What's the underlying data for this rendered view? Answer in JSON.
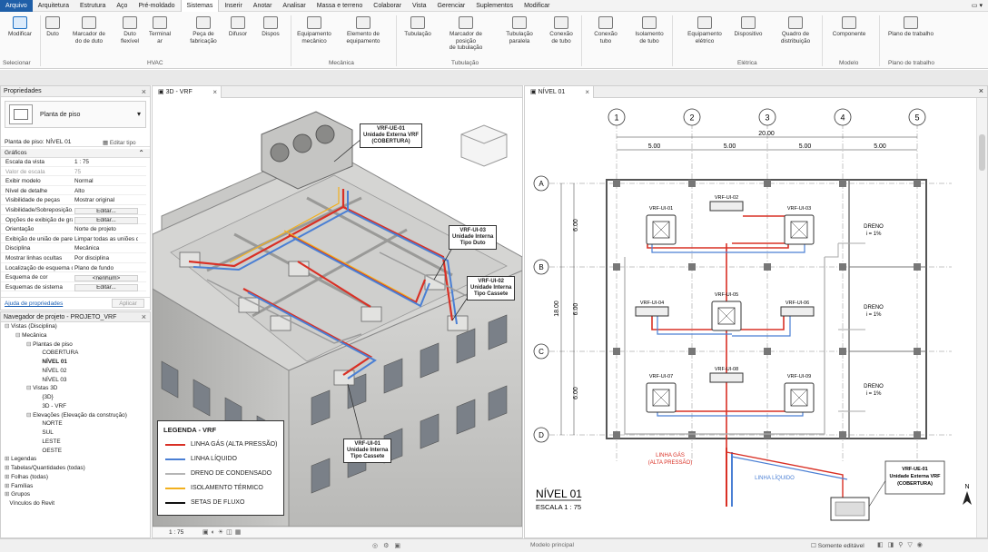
{
  "menu": [
    "Arquivo",
    "Arquitetura",
    "Estrutura",
    "Aço",
    "Pré-moldado",
    "Sistemas",
    "Inserir",
    "Anotar",
    "Analisar",
    "Massa e terreno",
    "Colaborar",
    "Vista",
    "Gerenciar",
    "Suplementos",
    "Modificar"
  ],
  "ribbon": {
    "buttons": [
      {
        "label1": "Modificar",
        "label2": ""
      },
      {
        "label1": "Duto",
        "label2": ""
      },
      {
        "label1": "Marcador de",
        "label2": "do de duto"
      },
      {
        "label1": "Duto",
        "label2": "flexível"
      },
      {
        "label1": "Terminal",
        "label2": "ar"
      },
      {
        "label1": "Peça de",
        "label2": "fabricação"
      },
      {
        "label1": "Difusor",
        "label2": ""
      },
      {
        "label1": "Dispos",
        "label2": ""
      },
      {
        "label1": "Equipamento",
        "label2": "mecânico"
      },
      {
        "label1": "Elemento de",
        "label2": "equipamento"
      },
      {
        "label1": "Tubulação",
        "label2": ""
      },
      {
        "label1": "Marcador de posição",
        "label2": "de tubulação"
      },
      {
        "label1": "Tubulação",
        "label2": "paralela"
      },
      {
        "label1": "Conexão",
        "label2": "de tubo"
      },
      {
        "label1": "Conexão",
        "label2": "tubo"
      },
      {
        "label1": "Isolamento",
        "label2": "de tubo"
      },
      {
        "label1": "Equipamento",
        "label2": "elétrico"
      },
      {
        "label1": "Dispositivo",
        "label2": ""
      },
      {
        "label1": "Quadro de",
        "label2": "distribuição"
      },
      {
        "label1": "Componente",
        "label2": ""
      },
      {
        "label1": "Plano de trabalho",
        "label2": ""
      }
    ],
    "groups": [
      "Selecionar",
      "HVAC",
      "Mecânica",
      "Tubulação",
      "Elétrica",
      "Modelo",
      "Plano de trabalho"
    ]
  },
  "properties": {
    "title": "Propriedades",
    "type_name": "Planta de piso",
    "selector": "Planta de piso: NÍVEL 01",
    "edit_type": "Editar tipo",
    "section": "Gráficos",
    "rows": [
      {
        "k": "Escala da vista",
        "v": "1 : 75"
      },
      {
        "k": "Valor de escala",
        "v": "75"
      },
      {
        "k": "Exibir modelo",
        "v": "Normal"
      },
      {
        "k": "Nível de detalhe",
        "v": "Alto"
      },
      {
        "k": "Visibilidade de peças",
        "v": "Mostrar original"
      },
      {
        "k": "Visibilidade/Sobreposição...",
        "v": "Editar..."
      },
      {
        "k": "Opções de exibição de gráf...",
        "v": "Editar..."
      },
      {
        "k": "Orientação",
        "v": "Norte de projeto"
      },
      {
        "k": "Exibição de união de parede",
        "v": "Limpar todas as uniões d..."
      },
      {
        "k": "Disciplina",
        "v": "Mecânica"
      },
      {
        "k": "Mostrar linhas ocultas",
        "v": "Por disciplina"
      },
      {
        "k": "Localização de esquema de...",
        "v": "Plano de fundo"
      },
      {
        "k": "Esquema de cor",
        "v": "<nenhum>"
      },
      {
        "k": "Esquemas de sistema",
        "v": "Editar..."
      }
    ],
    "help_link": "Ajuda de propriedades",
    "apply": "Aplicar"
  },
  "browser": {
    "title": "Navegador de projeto - PROJETO_VRF",
    "items": [
      "Vistas (Disciplina)",
      "Mecânica",
      "Plantas de piso",
      "COBERTURA",
      "NÍVEL 01",
      "NÍVEL 02",
      "NÍVEL 03",
      "Vistas 3D",
      "{3D}",
      "3D - VRF",
      "Elevações (Elevação da construção)",
      "NORTE",
      "SUL",
      "LESTE",
      "OESTE",
      "Legendas",
      "Tabelas/Quantidades (todas)",
      "Folhas (todas)",
      "Famílias",
      "Grupos",
      "Vínculos do Revit"
    ]
  },
  "view3d": {
    "tab": "3D - VRF",
    "scale": "1 : 75",
    "callouts": [
      {
        "l1": "VRF-UE-01",
        "l2": "Unidade Externa VRF",
        "l3": "(COBERTURA)"
      },
      {
        "l1": "VRF-UI-03",
        "l2": "Unidade Interna",
        "l3": "Tipo Duto"
      },
      {
        "l1": "VRF-UI-02",
        "l2": "Unidade Interna",
        "l3": "Tipo Cassete"
      },
      {
        "l1": "VRF-UI-01",
        "l2": "Unidade Interna",
        "l3": "Tipo Cassete"
      }
    ],
    "legend": {
      "title": "LEGENDA - VRF",
      "items": [
        "LINHA GÁS (ALTA PRESSÃO)",
        "LINHA LÍQUIDO",
        "DRENO DE CONDENSADO",
        "ISOLAMENTO TÉRMICO",
        "SETAS DE FLUXO"
      ],
      "colors": [
        "#d93025",
        "#4a7fd4",
        "#b5b5b5",
        "#f2b01e",
        "#111111"
      ]
    }
  },
  "plan": {
    "tab": "NÍVEL 01",
    "grid_cols": [
      "1",
      "2",
      "3",
      "4",
      "5"
    ],
    "grid_rows": [
      "A",
      "B",
      "C",
      "D"
    ],
    "dims_top": [
      "5.00",
      "5.00",
      "5.00",
      "5.00"
    ],
    "dim_total": "20.00",
    "dims_left": [
      "6.00",
      "6.00",
      "6.00"
    ],
    "dim_left_total": "18.00",
    "units": [
      "VRF-UI-01",
      "VRF-UI-02",
      "VRF-UI-03",
      "VRF-UI-04",
      "VRF-UI-05",
      "VRF-UI-06",
      "VRF-UI-07",
      "VRF-UI-08",
      "VRF-UI-09"
    ],
    "dreno": "DRENO",
    "slope": "i = 1%",
    "gas_label1": "LINHA GÁS",
    "gas_label2": "(ALTA PRESSÃO)",
    "liq_label": "LINHA LÍQUIDO",
    "ue_callout": {
      "l1": "VRF-UE-01",
      "l2": "Unidade Externa VRF",
      "l3": "(COBERTURA)"
    },
    "title": "NÍVEL 01",
    "scale": "ESCALA 1 : 75",
    "north": "N"
  },
  "status": {
    "model": "Modelo principal",
    "editable": "Somente editável"
  }
}
